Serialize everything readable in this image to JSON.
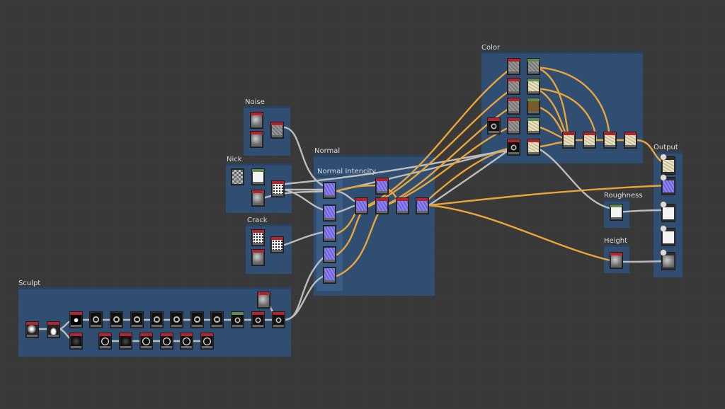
{
  "frames": {
    "color": "Color",
    "noise": "Noise",
    "nick": "Nick",
    "crack": "Crack",
    "normal": "Normal",
    "normal_intencity": "Normal Intencity",
    "sculpt": "Sculpt",
    "output": "Output",
    "roughness": "Roughness",
    "height": "Height"
  },
  "colors": {
    "background": "#393939",
    "frame": "#2f4e72",
    "wire_orange": "#e9a43a",
    "wire_gray": "#bdbdbd",
    "node_header_red": "#b3242f",
    "node_header_green": "#5f8c55"
  },
  "icons": [
    "node-thumbnail-icon",
    "output-channel-icon"
  ]
}
